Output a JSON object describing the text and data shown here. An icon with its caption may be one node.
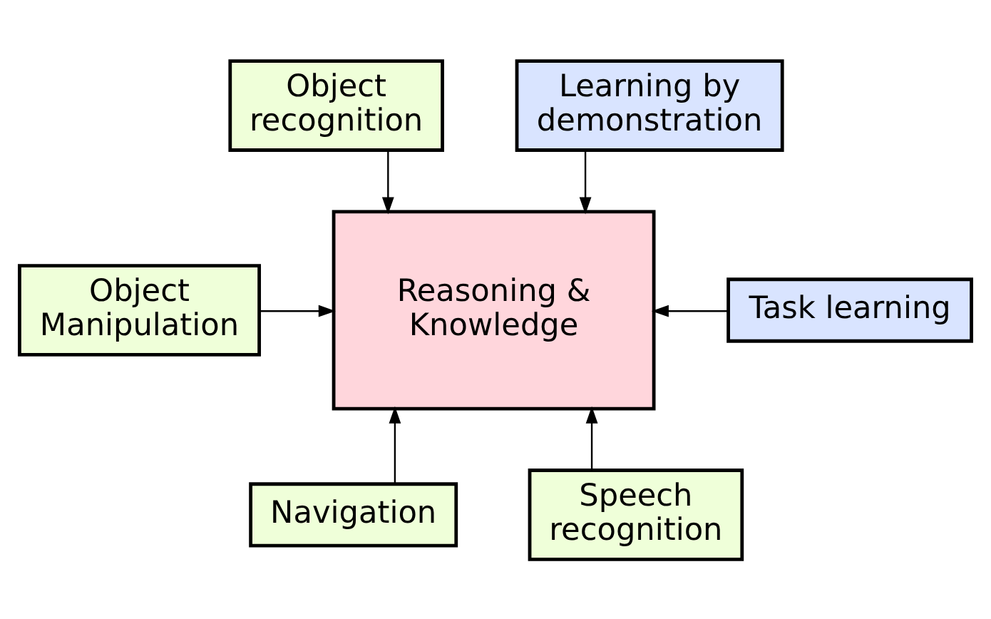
{
  "diagram": {
    "nodes": [
      {
        "text": [
          "Object recognition"
        ]
      },
      {
        "text": [
          "Learning by demonstration"
        ]
      },
      {
        "text": [
          "Object Manipulation"
        ]
      },
      {
        "text": [
          "Reasoning & Knowledge"
        ]
      },
      {
        "text": [
          "Task learning"
        ]
      },
      {
        "text": [
          "Navigation"
        ]
      },
      {
        "text": [
          "Speech recognition"
        ]
      }
    ],
    "edges": [
      {
        "from": 0,
        "to": 3,
        "arrow": "to"
      },
      {
        "from": 1,
        "to": 3,
        "arrow": "to"
      },
      {
        "from": 2,
        "to": 3,
        "arrow": "to"
      },
      {
        "from": 4,
        "to": 3,
        "arrow": "to"
      },
      {
        "from": 5,
        "to": 3,
        "arrow": "to"
      },
      {
        "from": 6,
        "to": 3,
        "arrow": "to"
      }
    ]
  }
}
